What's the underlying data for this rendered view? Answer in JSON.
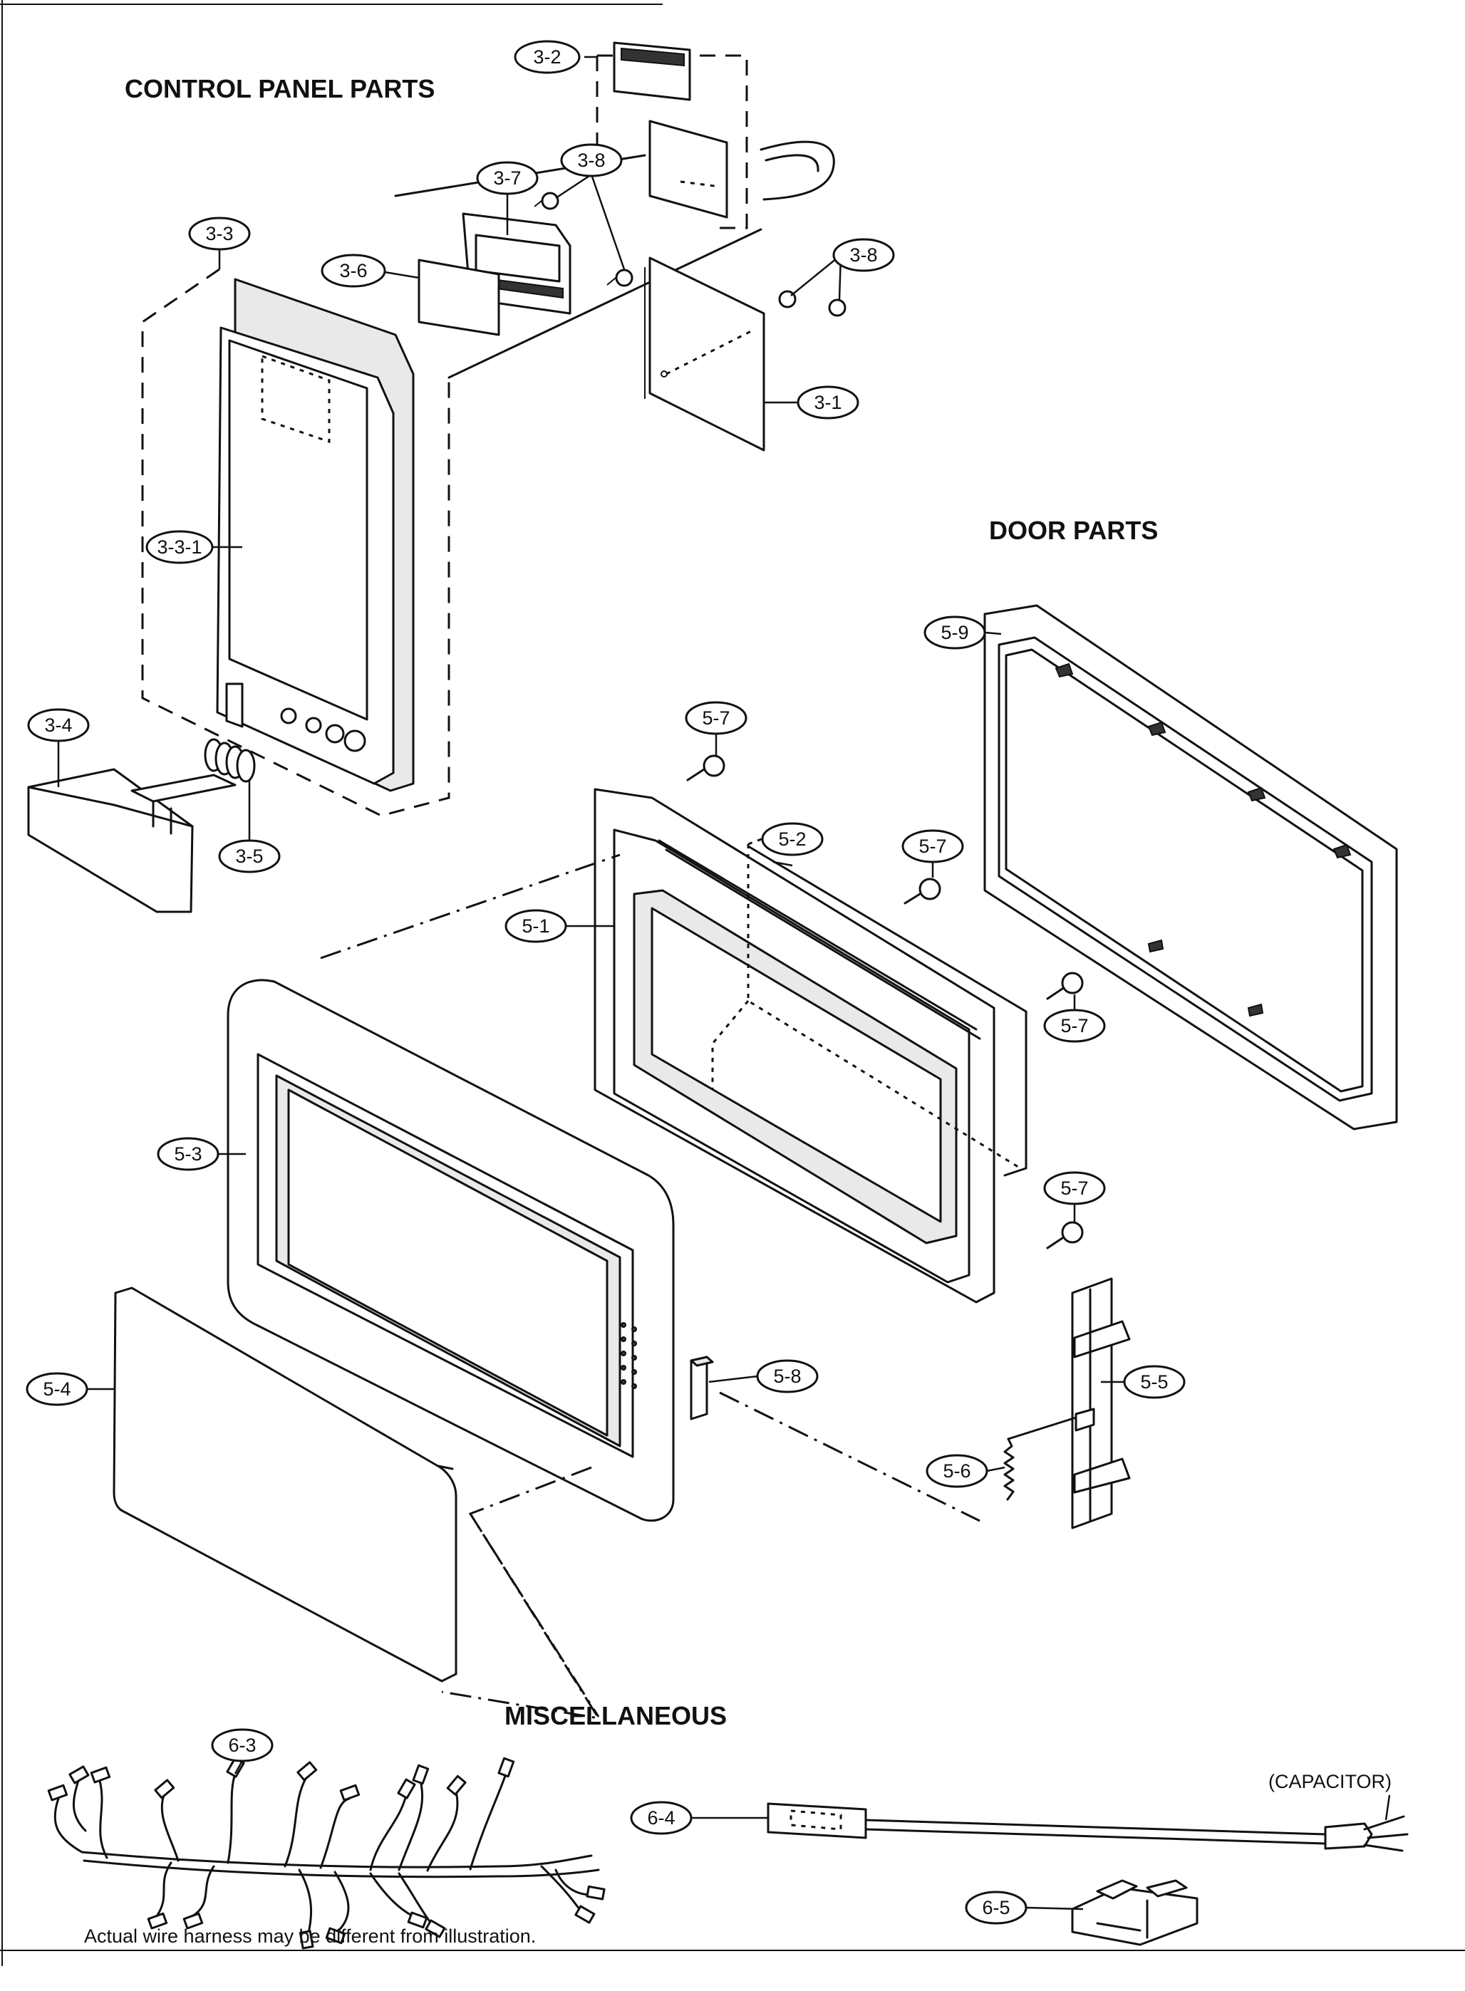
{
  "sections": {
    "control_panel": "CONTROL PANEL PARTS",
    "door": "DOOR PARTS",
    "misc": "MISCELLANEOUS"
  },
  "callouts": {
    "c3_1": "3-1",
    "c3_2": "3-2",
    "c3_3": "3-3",
    "c3_3_1": "3-3-1",
    "c3_4": "3-4",
    "c3_5": "3-5",
    "c3_6": "3-6",
    "c3_7": "3-7",
    "c3_8a": "3-8",
    "c3_8b": "3-8",
    "c5_1": "5-1",
    "c5_2": "5-2",
    "c5_3": "5-3",
    "c5_4": "5-4",
    "c5_5": "5-5",
    "c5_6": "5-6",
    "c5_7a": "5-7",
    "c5_7b": "5-7",
    "c5_7c": "5-7",
    "c5_7d": "5-7",
    "c5_8": "5-8",
    "c5_9": "5-9",
    "c6_3": "6-3",
    "c6_4": "6-4",
    "c6_5": "6-5"
  },
  "labels": {
    "capacitor": "(CAPACITOR)",
    "harness_note": "Actual wire harness may be different from illustration."
  }
}
